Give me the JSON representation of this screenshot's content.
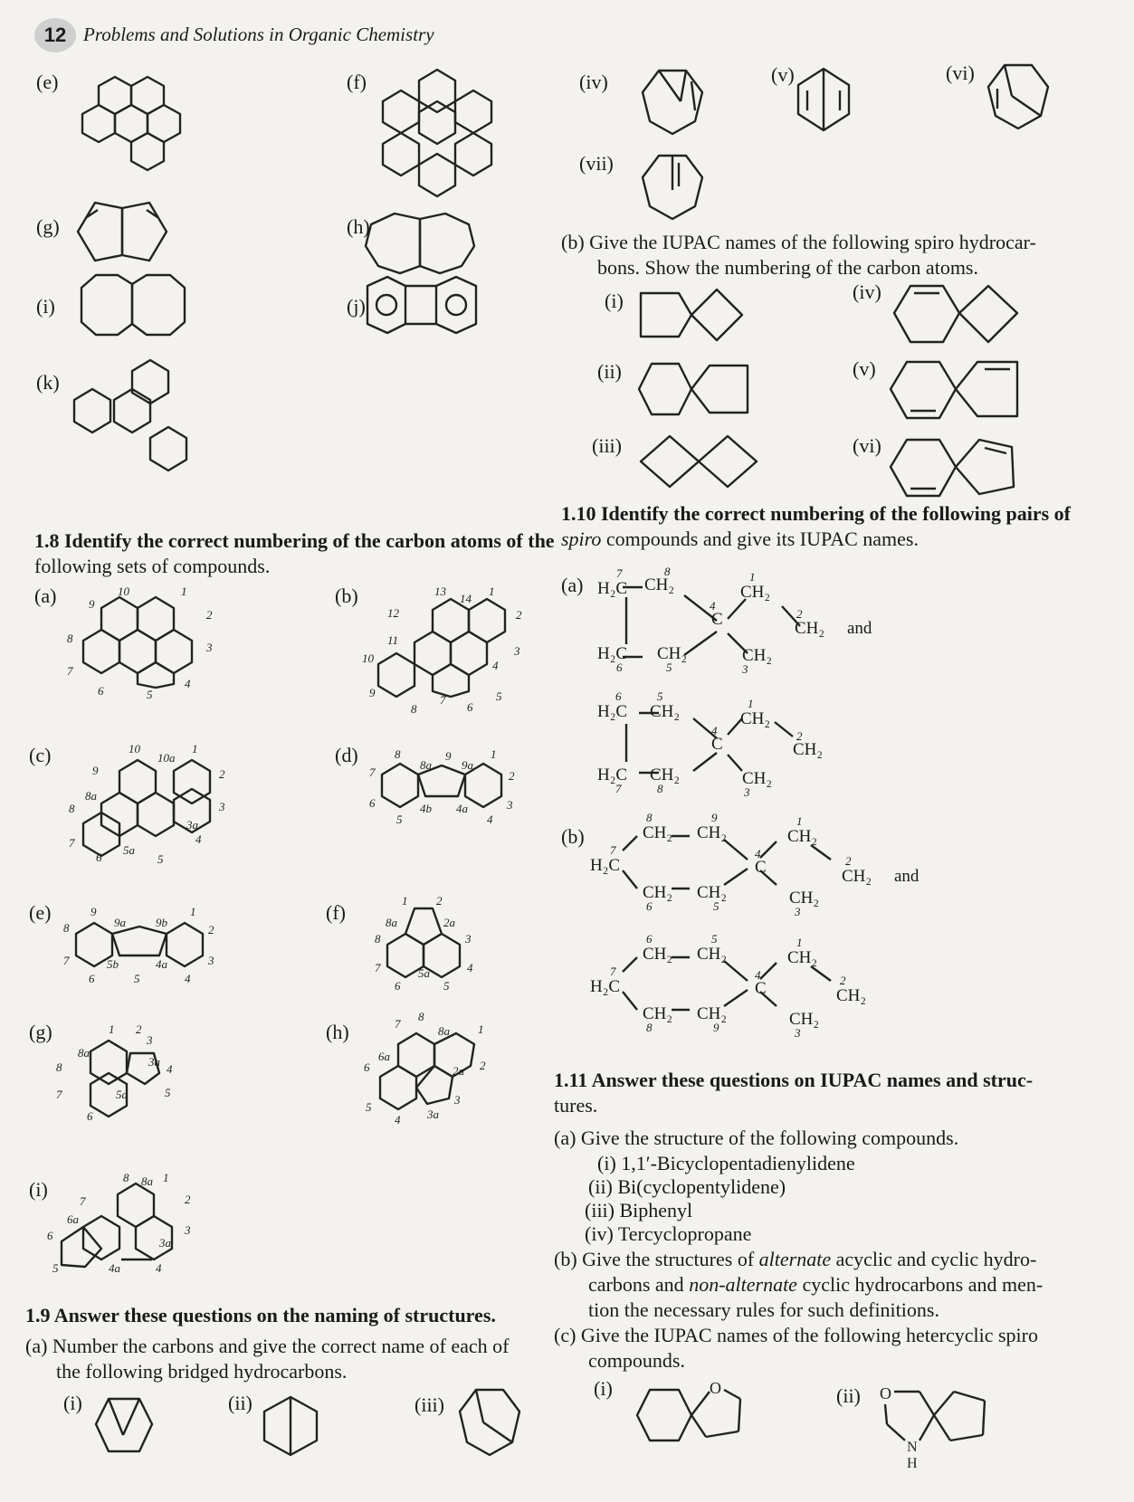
{
  "header": {
    "page_number": "12",
    "title": "Problems and Solutions in Organic Chemistry"
  },
  "top_labels": {
    "e": "(e)",
    "f": "(f)",
    "g": "(g)",
    "h": "(h)",
    "i": "(i)",
    "j": "(j)",
    "k": "(k)",
    "iv": "(iv)",
    "v": "(v)",
    "vi": "(vi)",
    "vii": "(vii)"
  },
  "q19b": {
    "text1": "(b)  Give the IUPAC names of the following spiro hydrocar-",
    "text2": "bons. Show the numbering of the carbon atoms.",
    "labels": [
      "(i)",
      "(ii)",
      "(iii)",
      "(iv)",
      "(v)",
      "(vi)"
    ]
  },
  "q18": {
    "line1": "1.8 Identify the correct numbering of the carbon atoms of the",
    "line2": "following sets of compounds.",
    "labels": [
      "(a)",
      "(b)",
      "(c)",
      "(d)",
      "(e)",
      "(f)",
      "(g)",
      "(h)",
      "(i)"
    ]
  },
  "q19": {
    "line1": "1.9 Answer these questions on the naming of structures.",
    "a1": "(a)  Number the carbons and give the correct name of each of",
    "a2": "the following bridged hydrocarbons.",
    "labels": [
      "(i)",
      "(ii)",
      "(iii)"
    ]
  },
  "q110": {
    "line1": "1.10 Identify the correct numbering of the following pairs of",
    "line2_italic": "spiro",
    "line2_rest": " compounds and give its IUPAC names.",
    "part_a": "(a)",
    "part_b": "(b)",
    "and": "and"
  },
  "q111": {
    "line1": "1.11 Answer these questions on IUPAC names and struc-",
    "line2": "tures.",
    "a": "(a)  Give the structure of the following compounds.",
    "a_items": [
      "(i)  1,1′-Bicyclopentadienylidene",
      "(ii)  Bi(cyclopentylidene)",
      "(iii)  Biphenyl",
      "(iv)  Tercyclopropane"
    ],
    "b_pre": "(b)  Give the structures of ",
    "b_alt": "alternate",
    "b_mid": " acyclic and cyclic hydro-",
    "b2_pre": "carbons and ",
    "b2_nonalt": "non-alternate",
    "b2_rest": " cyclic hydrocarbons and men-",
    "b3": "tion the necessary rules for such definitions.",
    "c1": "(c)  Give the IUPAC names of the following hetercyclic spiro",
    "c2": "compounds.",
    "c_labels": [
      "(i)",
      "(ii)"
    ],
    "atoms": {
      "o": "O",
      "n": "N",
      "h": "H"
    }
  },
  "spiro_formulas": {
    "a1": {
      "c7": "H₂C",
      "c8": "CH₂",
      "c1": "CH₂",
      "c4": "C",
      "c2": "CH₂",
      "c6": "H₂C",
      "c5": "CH₂",
      "c3": "CH₂",
      "n7": "7",
      "n8": "8",
      "n1": "1",
      "n4": "4",
      "n2": "2",
      "n6": "6",
      "n5": "5",
      "n3": "3"
    },
    "a2": {
      "c6": "H₂C",
      "c5": "CH₂",
      "c1": "CH₂",
      "c4": "C",
      "c2": "CH₂",
      "c7": "H₂C",
      "c8": "CH₂",
      "c3": "CH₂",
      "n6": "6",
      "n5": "5",
      "n1": "1",
      "n4": "4",
      "n2": "2",
      "n7": "7",
      "n8": "8",
      "n3": "3"
    },
    "b1": {
      "c8": "CH₂",
      "c9": "CH₂",
      "c1": "CH₂",
      "c7": "H₂C",
      "c4": "C",
      "c2": "CH₂",
      "c6": "CH₂",
      "c5": "CH₂",
      "c3": "CH₂",
      "n8": "8",
      "n9": "9",
      "n1": "1",
      "n7": "7",
      "n4": "4",
      "n2": "2",
      "n6": "6",
      "n5": "5",
      "n3": "3"
    },
    "b2": {
      "c6": "CH₂",
      "c5": "CH₂",
      "c1": "CH₂",
      "c7": "H₂C",
      "c4": "C",
      "c2": "CH₂",
      "c8": "CH₂",
      "c9": "CH₂",
      "c3": "CH₂",
      "n6": "6",
      "n5": "5",
      "n1": "1",
      "n7": "7",
      "n4": "4",
      "n2": "2",
      "n8": "8",
      "n9": "9",
      "n3": "3"
    }
  },
  "numbering": {
    "a": [
      "10",
      "1",
      "2",
      "3",
      "4",
      "5",
      "6",
      "7",
      "8",
      "9"
    ],
    "b": [
      "13",
      "14",
      "1",
      "2",
      "3",
      "4",
      "5",
      "6",
      "7",
      "8",
      "9",
      "10",
      "11",
      "12"
    ],
    "c": [
      "10",
      "10a",
      "1",
      "2",
      "3",
      "3a",
      "4",
      "5",
      "5a",
      "6",
      "7",
      "8",
      "8a",
      "9"
    ],
    "d": [
      "8",
      "8a",
      "9",
      "9a",
      "1",
      "2",
      "3",
      "4",
      "4a",
      "4b",
      "5",
      "6",
      "7"
    ],
    "e": [
      "9",
      "9a",
      "9b",
      "1",
      "2",
      "3",
      "4",
      "4a",
      "5",
      "5b",
      "6",
      "7",
      "8"
    ],
    "f": [
      "1",
      "2",
      "2a",
      "3",
      "4",
      "5",
      "5a",
      "6",
      "7",
      "8",
      "8a"
    ],
    "g": [
      "1",
      "2",
      "3",
      "3a",
      "4",
      "5",
      "5a",
      "6",
      "7",
      "8",
      "8a"
    ],
    "h": [
      "7",
      "8",
      "8a",
      "1",
      "2",
      "2a",
      "3",
      "3a",
      "4",
      "5",
      "6",
      "6a"
    ],
    "i": [
      "8",
      "8a",
      "1",
      "2",
      "3",
      "3a",
      "4",
      "4a",
      "5",
      "6",
      "6a",
      "7"
    ]
  }
}
